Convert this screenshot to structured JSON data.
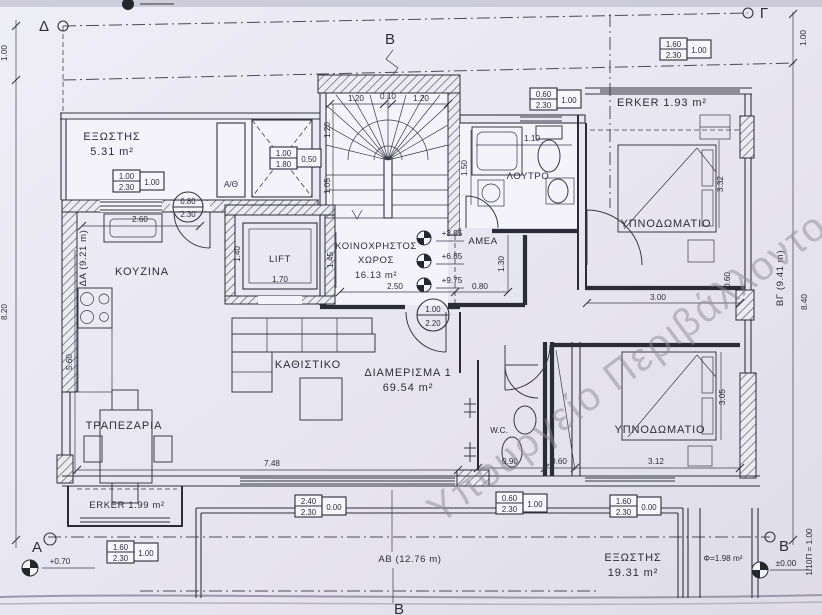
{
  "corners": {
    "tl": "Δ",
    "tc": "Β",
    "tr": "Γ",
    "bl": "Α",
    "br": "Β",
    "bc": "Β"
  },
  "sides": {
    "left": "ΔΑ (9.21 m)",
    "right": "ΒΓ (9.41 m)",
    "bottom": "ΑΒ (12.76 m)",
    "scale": "1/10Π = 1.00"
  },
  "watermark": "Υπουργείο Περιβάλλοντος",
  "rooms": {
    "balcony_tl_name": "ΕΞΩΣΤΗΣ",
    "balcony_tl_area": "5.31 m²",
    "ath": "Α/Θ",
    "kitchen": "ΚΟΥΖΙΝΑ",
    "lift": "LIFT",
    "common_1": "ΚΟΙΝΟΧΡΗΣΤΟΣ",
    "common_2": "ΧΩΡΟΣ",
    "common_area": "16.13 m²",
    "bath": "ΛΟΥΤΡΟ",
    "amea": "ΑΜΕΑ",
    "erker_tr": "ERKER 1.93 m²",
    "bedroom_tr": "ΥΠΝΟΔΩΜΑΤΙΟ",
    "living": "ΚΑΘΙΣΤΙΚΟ",
    "apartment_name": "ΔΙΑΜΕΡΙΣΜΑ 1",
    "apartment_area": "69.54 m²",
    "wc": "W.C.",
    "bedroom_br": "ΥΠΝΟΔΩΜΑΤΙΟ",
    "dining": "ΤΡΑΠΕΖΑΡΙΑ",
    "erker_bl": "ERKER 1.99 m²",
    "balcony_b_name": "ΕΞΩΣΤΗΣ",
    "balcony_b_area": "19.31 m²",
    "phi": "Φ=1.98 m²"
  },
  "levels": {
    "entry": "+0.70",
    "ground": "±0.00",
    "f1": "+3.95",
    "f2": "+6.85",
    "f3": "+9.75"
  },
  "schedules": {
    "s1w": "1.00",
    "s1h": "2.30",
    "s1x": "1.00",
    "s2w": "1.00",
    "s2h": "1.80",
    "s2x": "0.50",
    "s3w": "0.60",
    "s3h": "2.30",
    "s3x": "1.00",
    "s4w": "1.60",
    "s4h": "2.30",
    "s4x": "1.00",
    "s5w": "2.40",
    "s5h": "2.30",
    "s5x": "0.00",
    "s6w": "0.60",
    "s6h": "2.30",
    "s6x": "1.00",
    "s7w": "1.60",
    "s7h": "2.30",
    "s7x": "0.00",
    "s8w": "1.60",
    "s8h": "2.30",
    "s8x": "1.00",
    "d1w": "0.80",
    "d1h": "2.30",
    "d2w": "1.00",
    "d2h": "2.20"
  },
  "dims": {
    "kitchen_w": "2.60",
    "kitchen_d": "5.60",
    "lift_w": "1.70",
    "lift_d": "1.40",
    "common_d": "1.45",
    "common_w": "2.50",
    "common_e": "0.80",
    "stair_a": "1.20",
    "stair_b": "0.10",
    "stair_c": "1.20",
    "stair_d": "1.20",
    "stair_e": "1.05",
    "bath_w": "1.10",
    "bath_d": "1.50",
    "amea_d": "1.30",
    "bed1_w": "3.00",
    "bed1_n": "0.60",
    "bed1_d": "3.32",
    "living_w": "7.48",
    "wc_w": "0.90",
    "hall_w": "0.60",
    "bed2_w": "3.12",
    "bed2_d": "3.05",
    "setback_l": "1.00",
    "setback_r": "1.00",
    "side_l": "8.20",
    "side_r": "8.40"
  }
}
